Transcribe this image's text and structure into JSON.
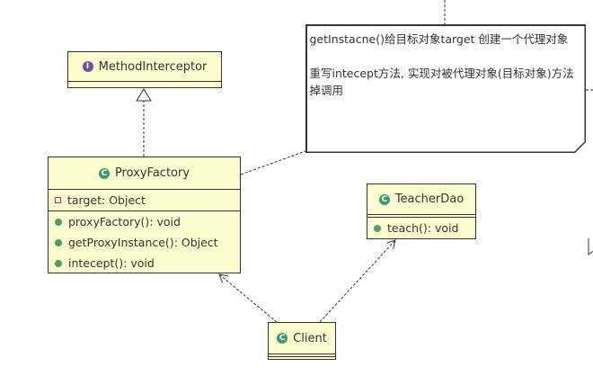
{
  "interface": {
    "name": "MethodInterceptor",
    "icon": "I"
  },
  "proxy_factory": {
    "name": "ProxyFactory",
    "icon": "C",
    "fields": [
      "target: Object"
    ],
    "methods": [
      "proxyFactory(): void",
      "getProxyInstance(): Object",
      "intecept(): void"
    ]
  },
  "teacher_dao": {
    "name": "TeacherDao",
    "icon": "C",
    "methods": [
      "teach(): void"
    ]
  },
  "client": {
    "name": "Client",
    "icon": "C"
  },
  "note": {
    "line1": "getInstacne()给目标对象target 创建一个代理对象",
    "line2": "重写intecept方法, 实现对被代理对象(目标对象)方法掉调用"
  }
}
